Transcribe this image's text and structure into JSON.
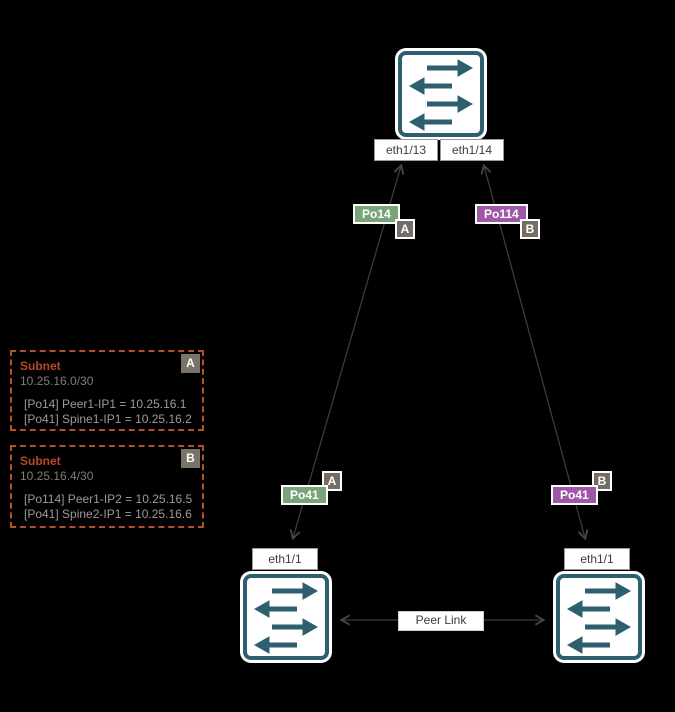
{
  "diagram": {
    "type": "network-topology",
    "peer_link_label": "Peer Link",
    "top_switch": {
      "ports": {
        "left": "eth1/13",
        "right": "eth1/14"
      }
    },
    "bottom_left_switch": {
      "port": "eth1/1"
    },
    "bottom_right_switch": {
      "port": "eth1/1"
    },
    "port_channels": {
      "top_left": {
        "label": "Po14",
        "badge": "A",
        "color": "#79a47a"
      },
      "top_right": {
        "label": "Po114",
        "badge": "B",
        "color": "#9f57a8"
      },
      "bottom_left": {
        "label": "Po41",
        "badge": "A",
        "color": "#79a47a"
      },
      "bottom_right": {
        "label": "Po41",
        "badge": "B",
        "color": "#9f57a8"
      }
    },
    "links": [
      {
        "from": "eth1/13",
        "to": "left eth1/1",
        "port_channels": [
          "Po14",
          "Po41"
        ],
        "subnet_badge": "A"
      },
      {
        "from": "eth1/14",
        "to": "right eth1/1",
        "port_channels": [
          "Po114",
          "Po41"
        ],
        "subnet_badge": "B"
      },
      {
        "from": "bottom-left-switch",
        "to": "bottom-right-switch",
        "label": "Peer Link"
      }
    ]
  },
  "subnets": [
    {
      "title": "Subnet",
      "cidr": "10.25.16.0/30",
      "badge": "A",
      "entries": [
        "[Po14] Peer1-IP1 = 10.25.16.1",
        "[Po41] Spine1-IP1 = 10.25.16.2"
      ]
    },
    {
      "title": "Subnet",
      "cidr": "10.25.16.4/30",
      "badge": "B",
      "entries": [
        "[Po114] Peer1-IP2 = 10.25.16.5",
        "[Po41] Spine2-IP1 = 10.25.16.6"
      ]
    }
  ],
  "colors": {
    "background": "#000000",
    "switch_teal": "#2d5f6e",
    "wire_gray": "#3f3b37",
    "badge_gray": "#756d64",
    "po_green": "#79a47a",
    "po_purple": "#9f57a8",
    "subnet_orange": "#b5502c"
  }
}
